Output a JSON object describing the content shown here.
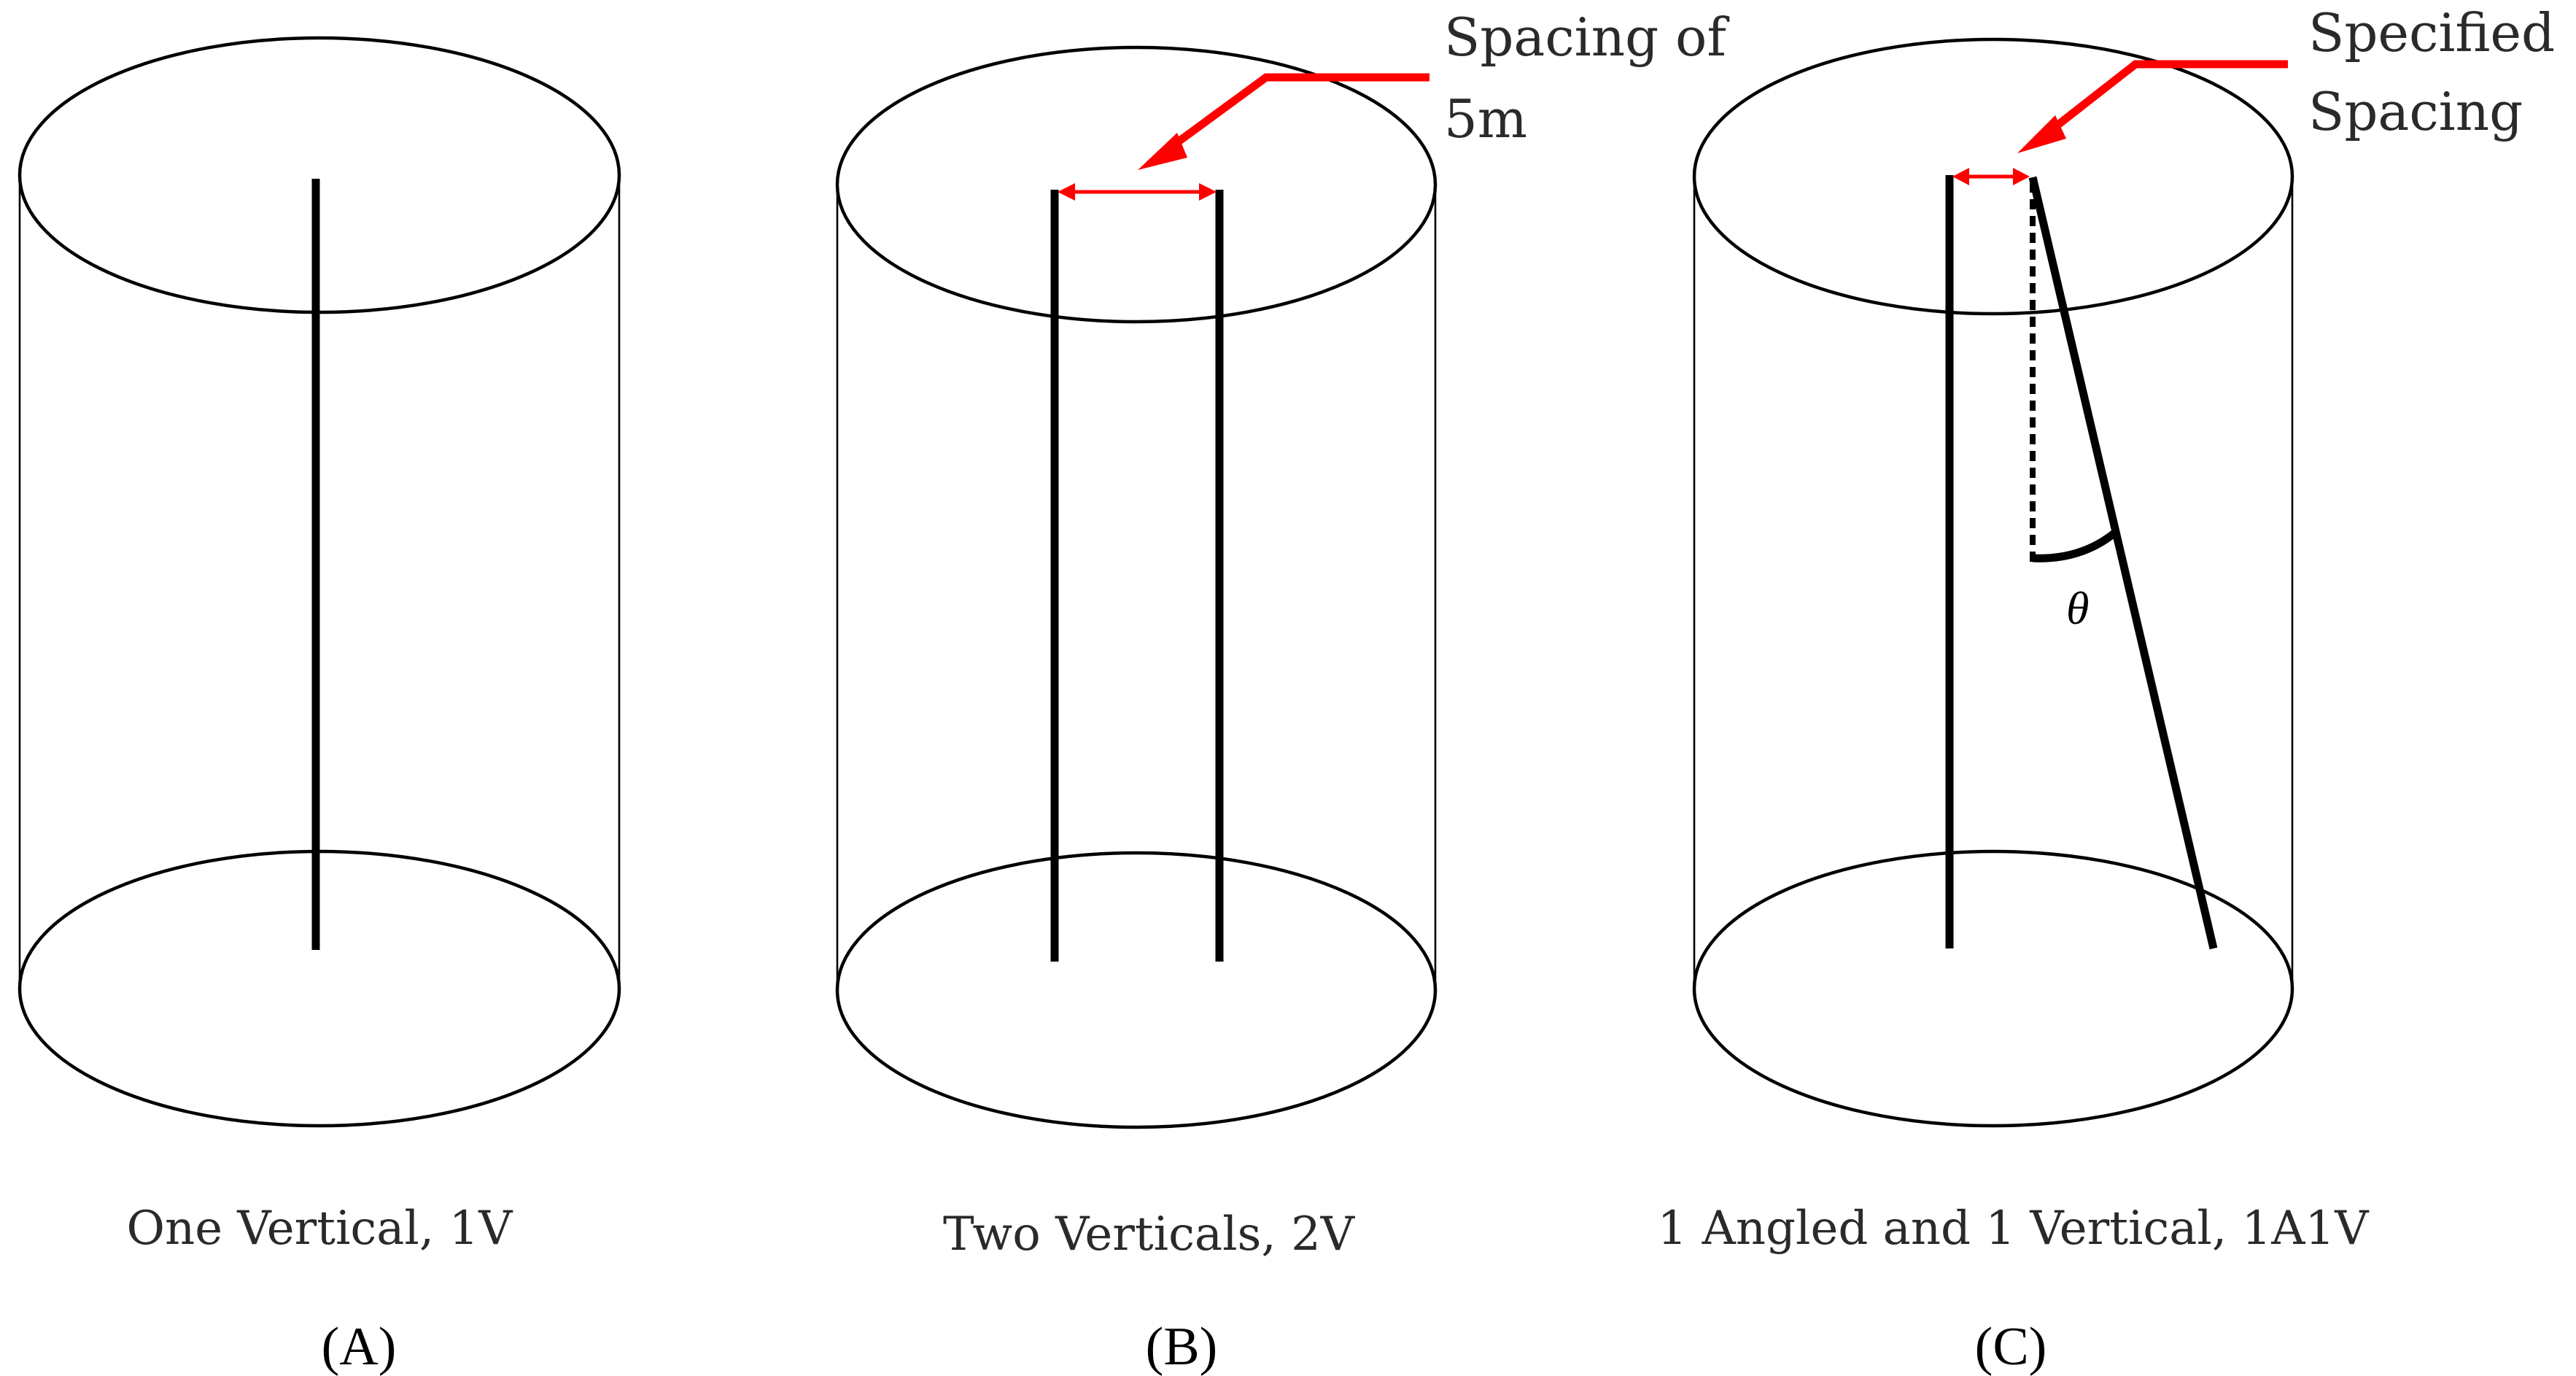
{
  "panels": [
    {
      "caption": "One Vertical, 1V",
      "label": "(A)"
    },
    {
      "caption": "Two Verticals, 2V",
      "label": "(B)",
      "annotation_line1": "Spacing of",
      "annotation_line2": "5m"
    },
    {
      "caption": "1 Angled and 1 Vertical, 1A1V",
      "label": "(C)",
      "annotation_line1": "Specified",
      "annotation_line2": "Spacing",
      "angle_symbol": "θ"
    }
  ],
  "colors": {
    "outline": "#000000",
    "annotation_arrow": "#ff0000",
    "text": "#2a2a2a"
  }
}
